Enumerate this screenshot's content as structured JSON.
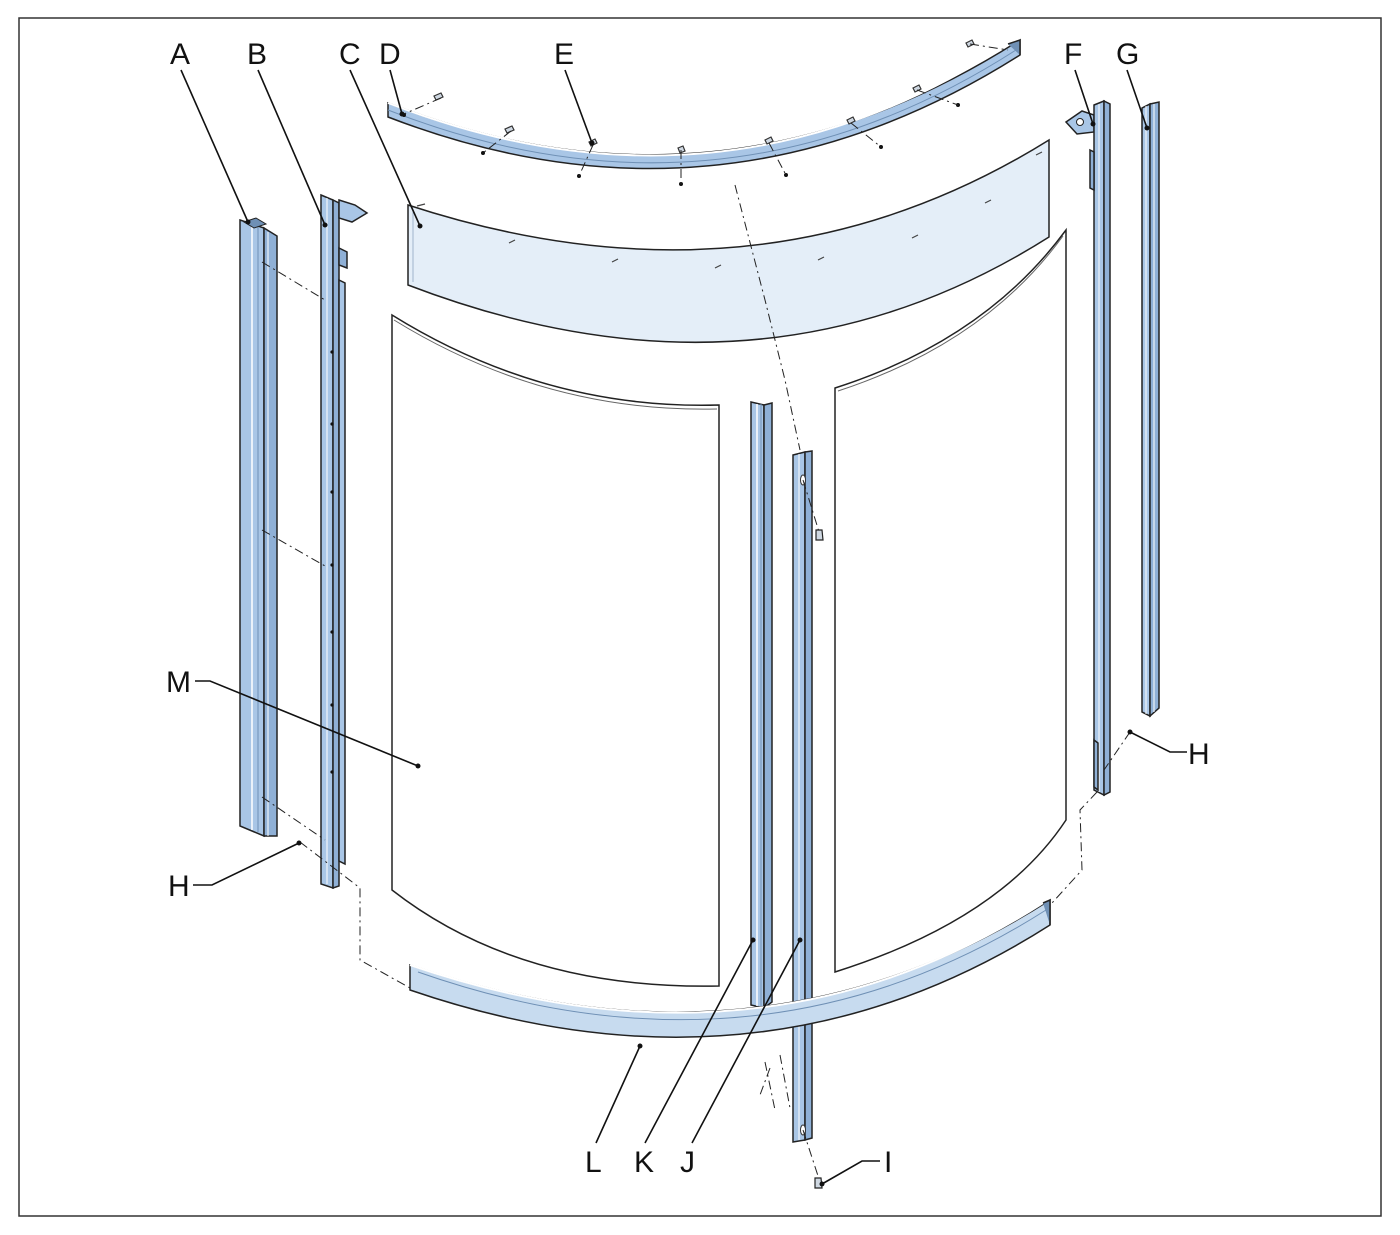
{
  "diagram": {
    "type": "exploded-assembly",
    "colors": {
      "frame_profile": "#a9c6e6",
      "frame_profile_dark": "#6f90b5",
      "glass_tint": "#e4eef8",
      "glass_clear": "#ffffff",
      "outline": "#222222",
      "border": "#333333"
    },
    "callouts": {
      "A": "A",
      "B": "B",
      "C": "C",
      "D": "D",
      "E": "E",
      "F": "F",
      "G": "G",
      "H_left": "H",
      "H_right": "H",
      "I": "I",
      "J": "J",
      "K": "K",
      "L": "L",
      "M": "M"
    }
  }
}
